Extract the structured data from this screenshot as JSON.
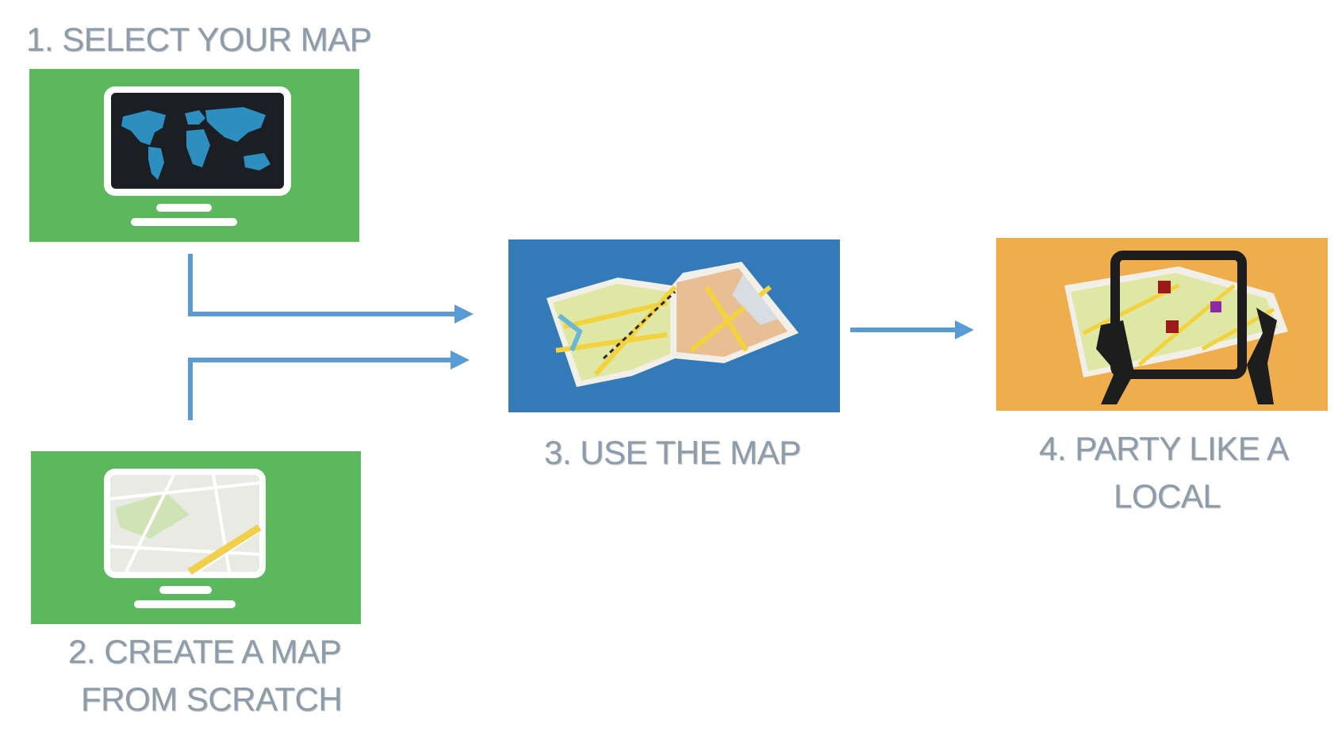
{
  "steps": [
    {
      "label": "1. SELECT YOUR MAP",
      "panel_color": "#5cb85c",
      "icon": "monitor-world-map-icon"
    },
    {
      "label_line1": "2. CREATE A MAP",
      "label_line2": "FROM SCRATCH",
      "panel_color": "#5cb85c",
      "icon": "monitor-street-map-icon"
    },
    {
      "label": "3. USE THE MAP",
      "panel_color": "#347ab8",
      "icon": "folded-map-icon"
    },
    {
      "label_line1": "4. PARTY LIKE A",
      "label_line2": "LOCAL",
      "panel_color": "#efad4d",
      "icon": "tablet-map-hands-icon"
    }
  ],
  "colors": {
    "arrow": "#5b9bd5",
    "label": "#8c9cab"
  }
}
